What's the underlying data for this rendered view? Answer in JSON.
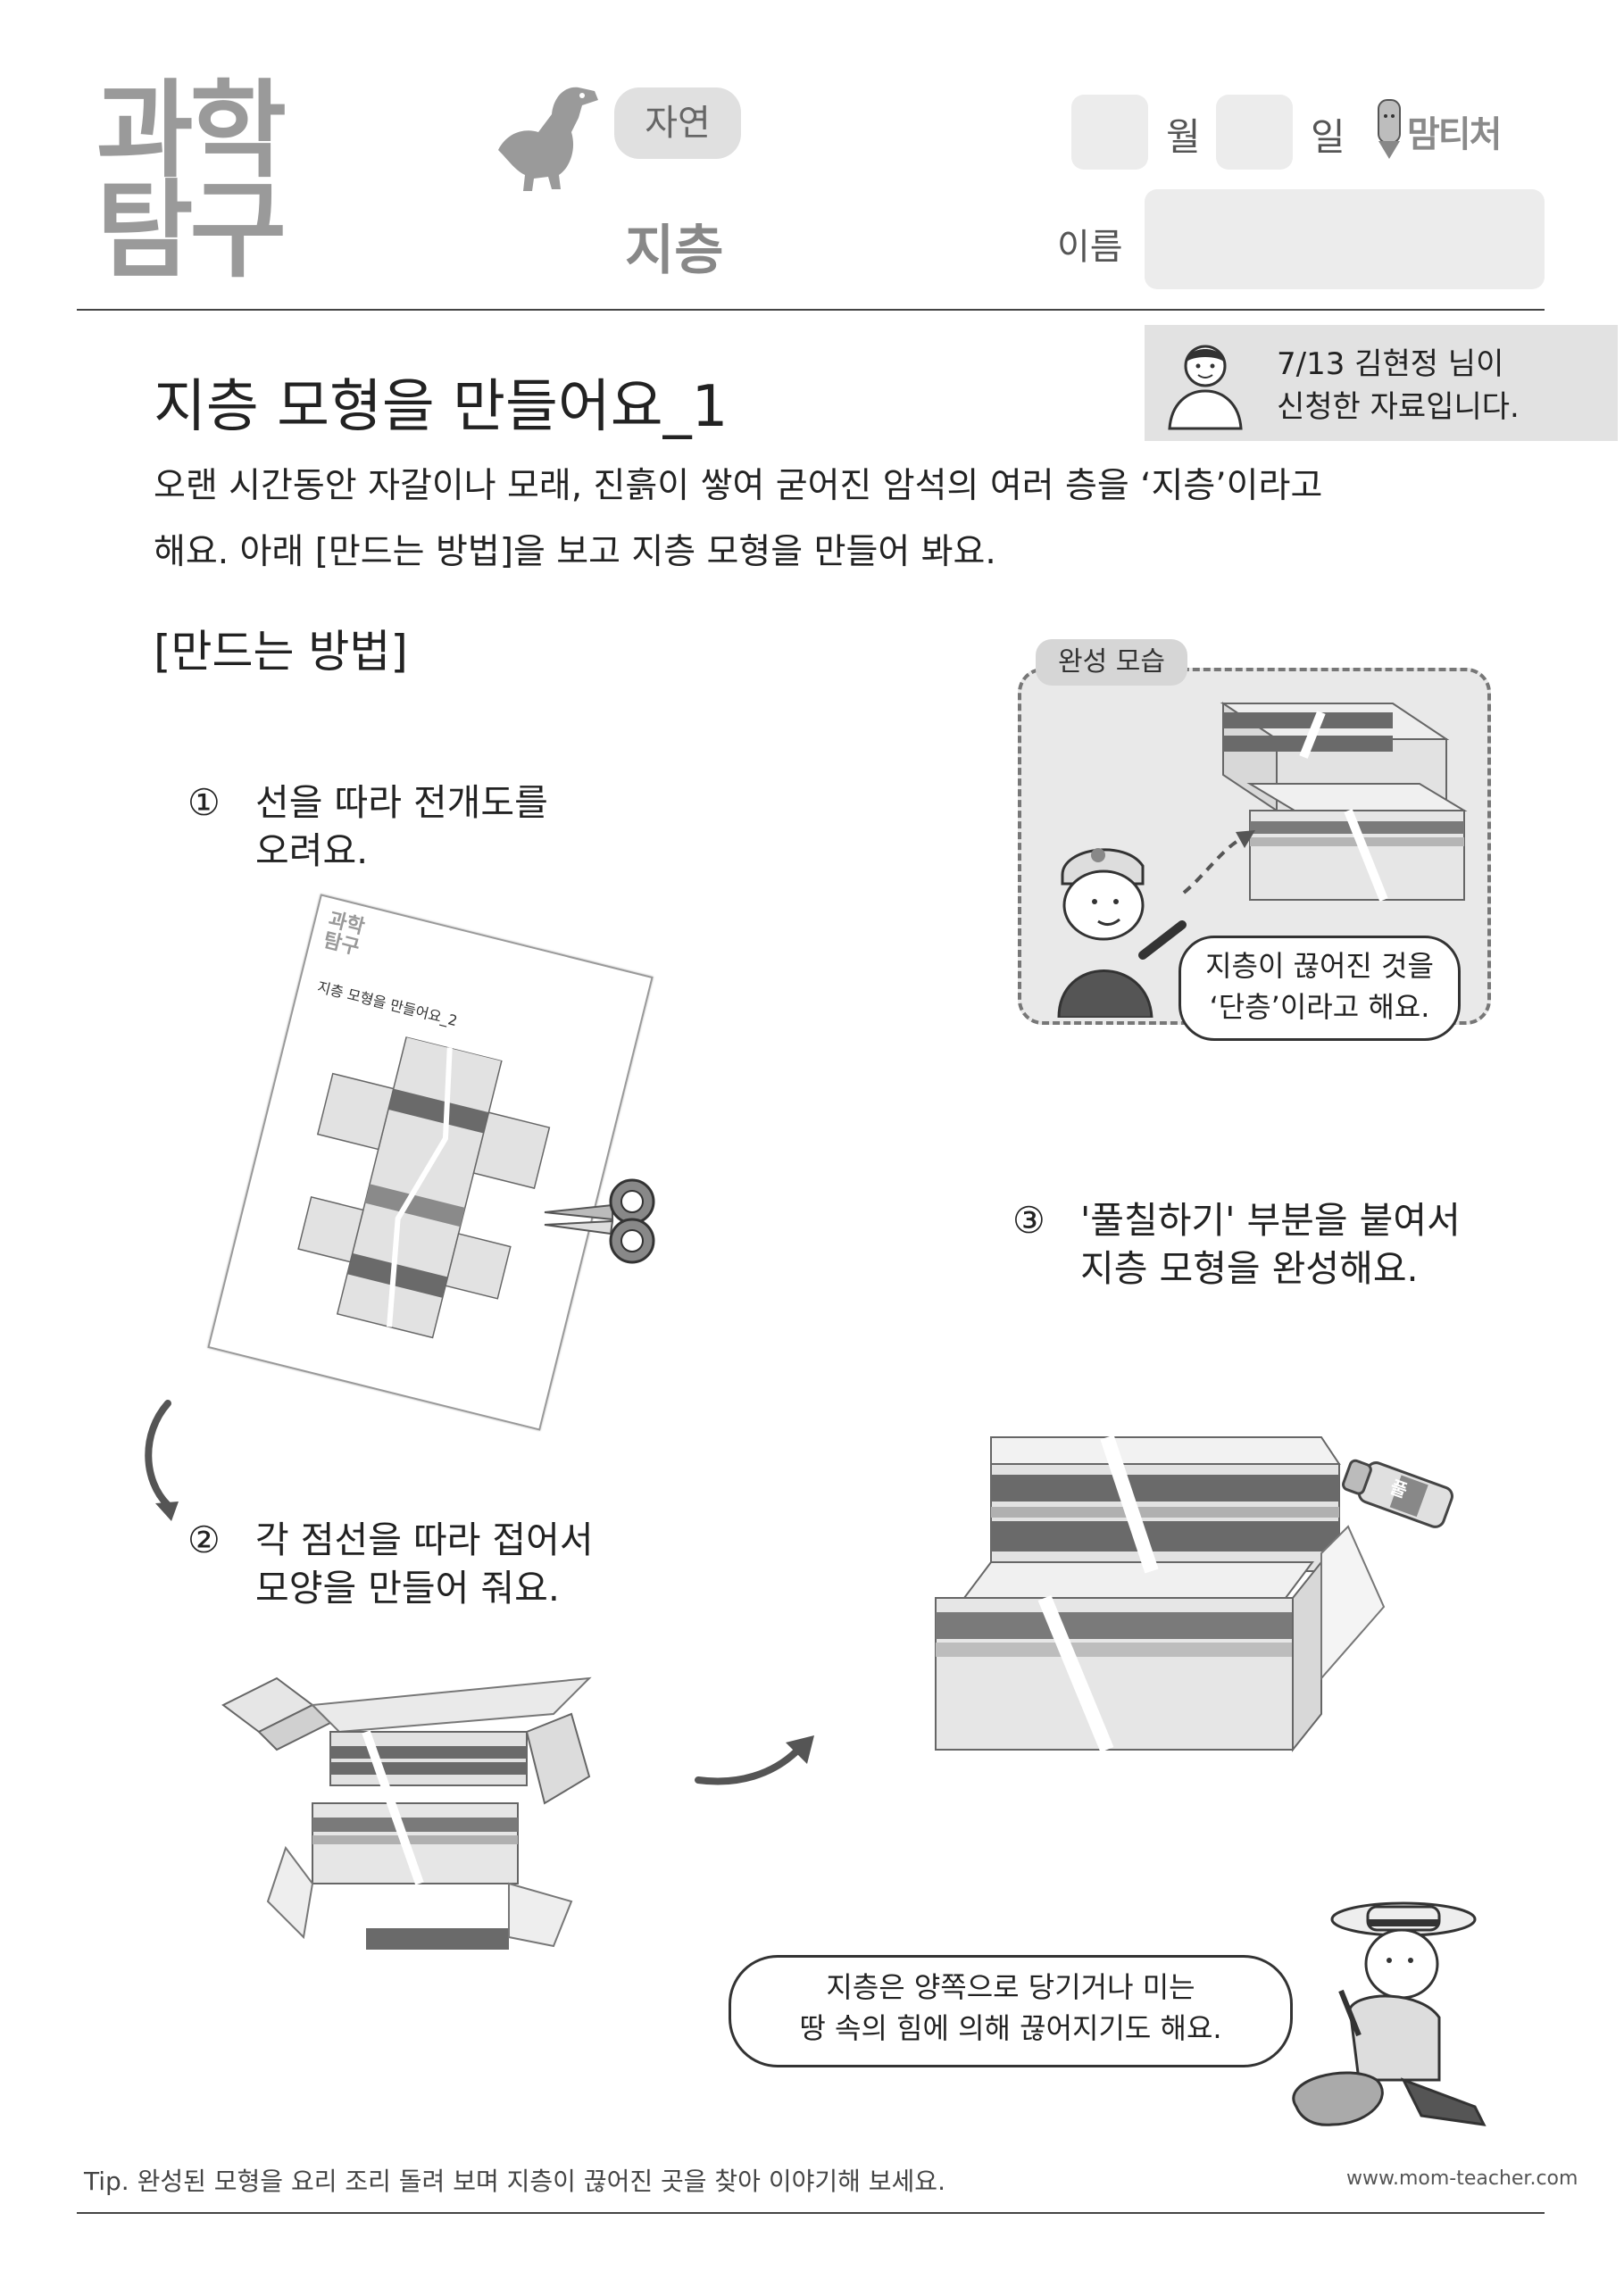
{
  "header": {
    "logo_line1": "과학",
    "logo_line2": "탐구",
    "category": "자연",
    "topic": "지층",
    "month_label": "월",
    "day_label": "일",
    "brand": "맘티처",
    "name_label": "이름"
  },
  "notice": {
    "line1": "7/13 김현정 님이",
    "line2": "신청한 자료입니다."
  },
  "main": {
    "title": "지층 모형을 만들어요_1",
    "intro_line1": "오랜 시간동안 자갈이나 모래, 진흙이 쌓여 굳어진 암석의 여러 층을 ‘지층’이라고",
    "intro_line2": "해요. 아래 [만드는 방법]을 보고 지층 모형을 만들어 봐요.",
    "method_heading": "[만드는 방법]"
  },
  "steps": [
    {
      "number": "①",
      "line1": "선을 따라 전개도를",
      "line2": "오려요."
    },
    {
      "number": "②",
      "line1": "각 점선을 따라 접어서",
      "line2": "모양을 만들어 줘요."
    },
    {
      "number": "③",
      "line1": "'풀칠하기' 부분을 붙여서",
      "line2": "지층 모형을 완성해요."
    }
  ],
  "finished": {
    "tag": "완성 모습",
    "bubble_line1": "지층이 끊어진 것을",
    "bubble_line2": "‘단층’이라고 해요."
  },
  "bottom_bubble": {
    "line1": "지층은 양쪽으로 당기거나 미는",
    "line2": "땅 속의 힘에 의해 끊어지기도 해요."
  },
  "worksheet_thumb": {
    "logo": "과학 탐구",
    "title": "지층 모형을 만들어요_2"
  },
  "glue_label": "풀",
  "footer": {
    "tip": "Tip. 완성된 모형을 요리 조리 돌려 보며 지층이 끊어진 곳을 찾아 이야기해 보세요.",
    "url": "www.mom-teacher.com"
  },
  "colors": {
    "logo_gray": "#9a9a9a",
    "box_gray": "#ececec",
    "layer_dark": "#5a5a5a",
    "layer_light": "#bdbdbd"
  }
}
